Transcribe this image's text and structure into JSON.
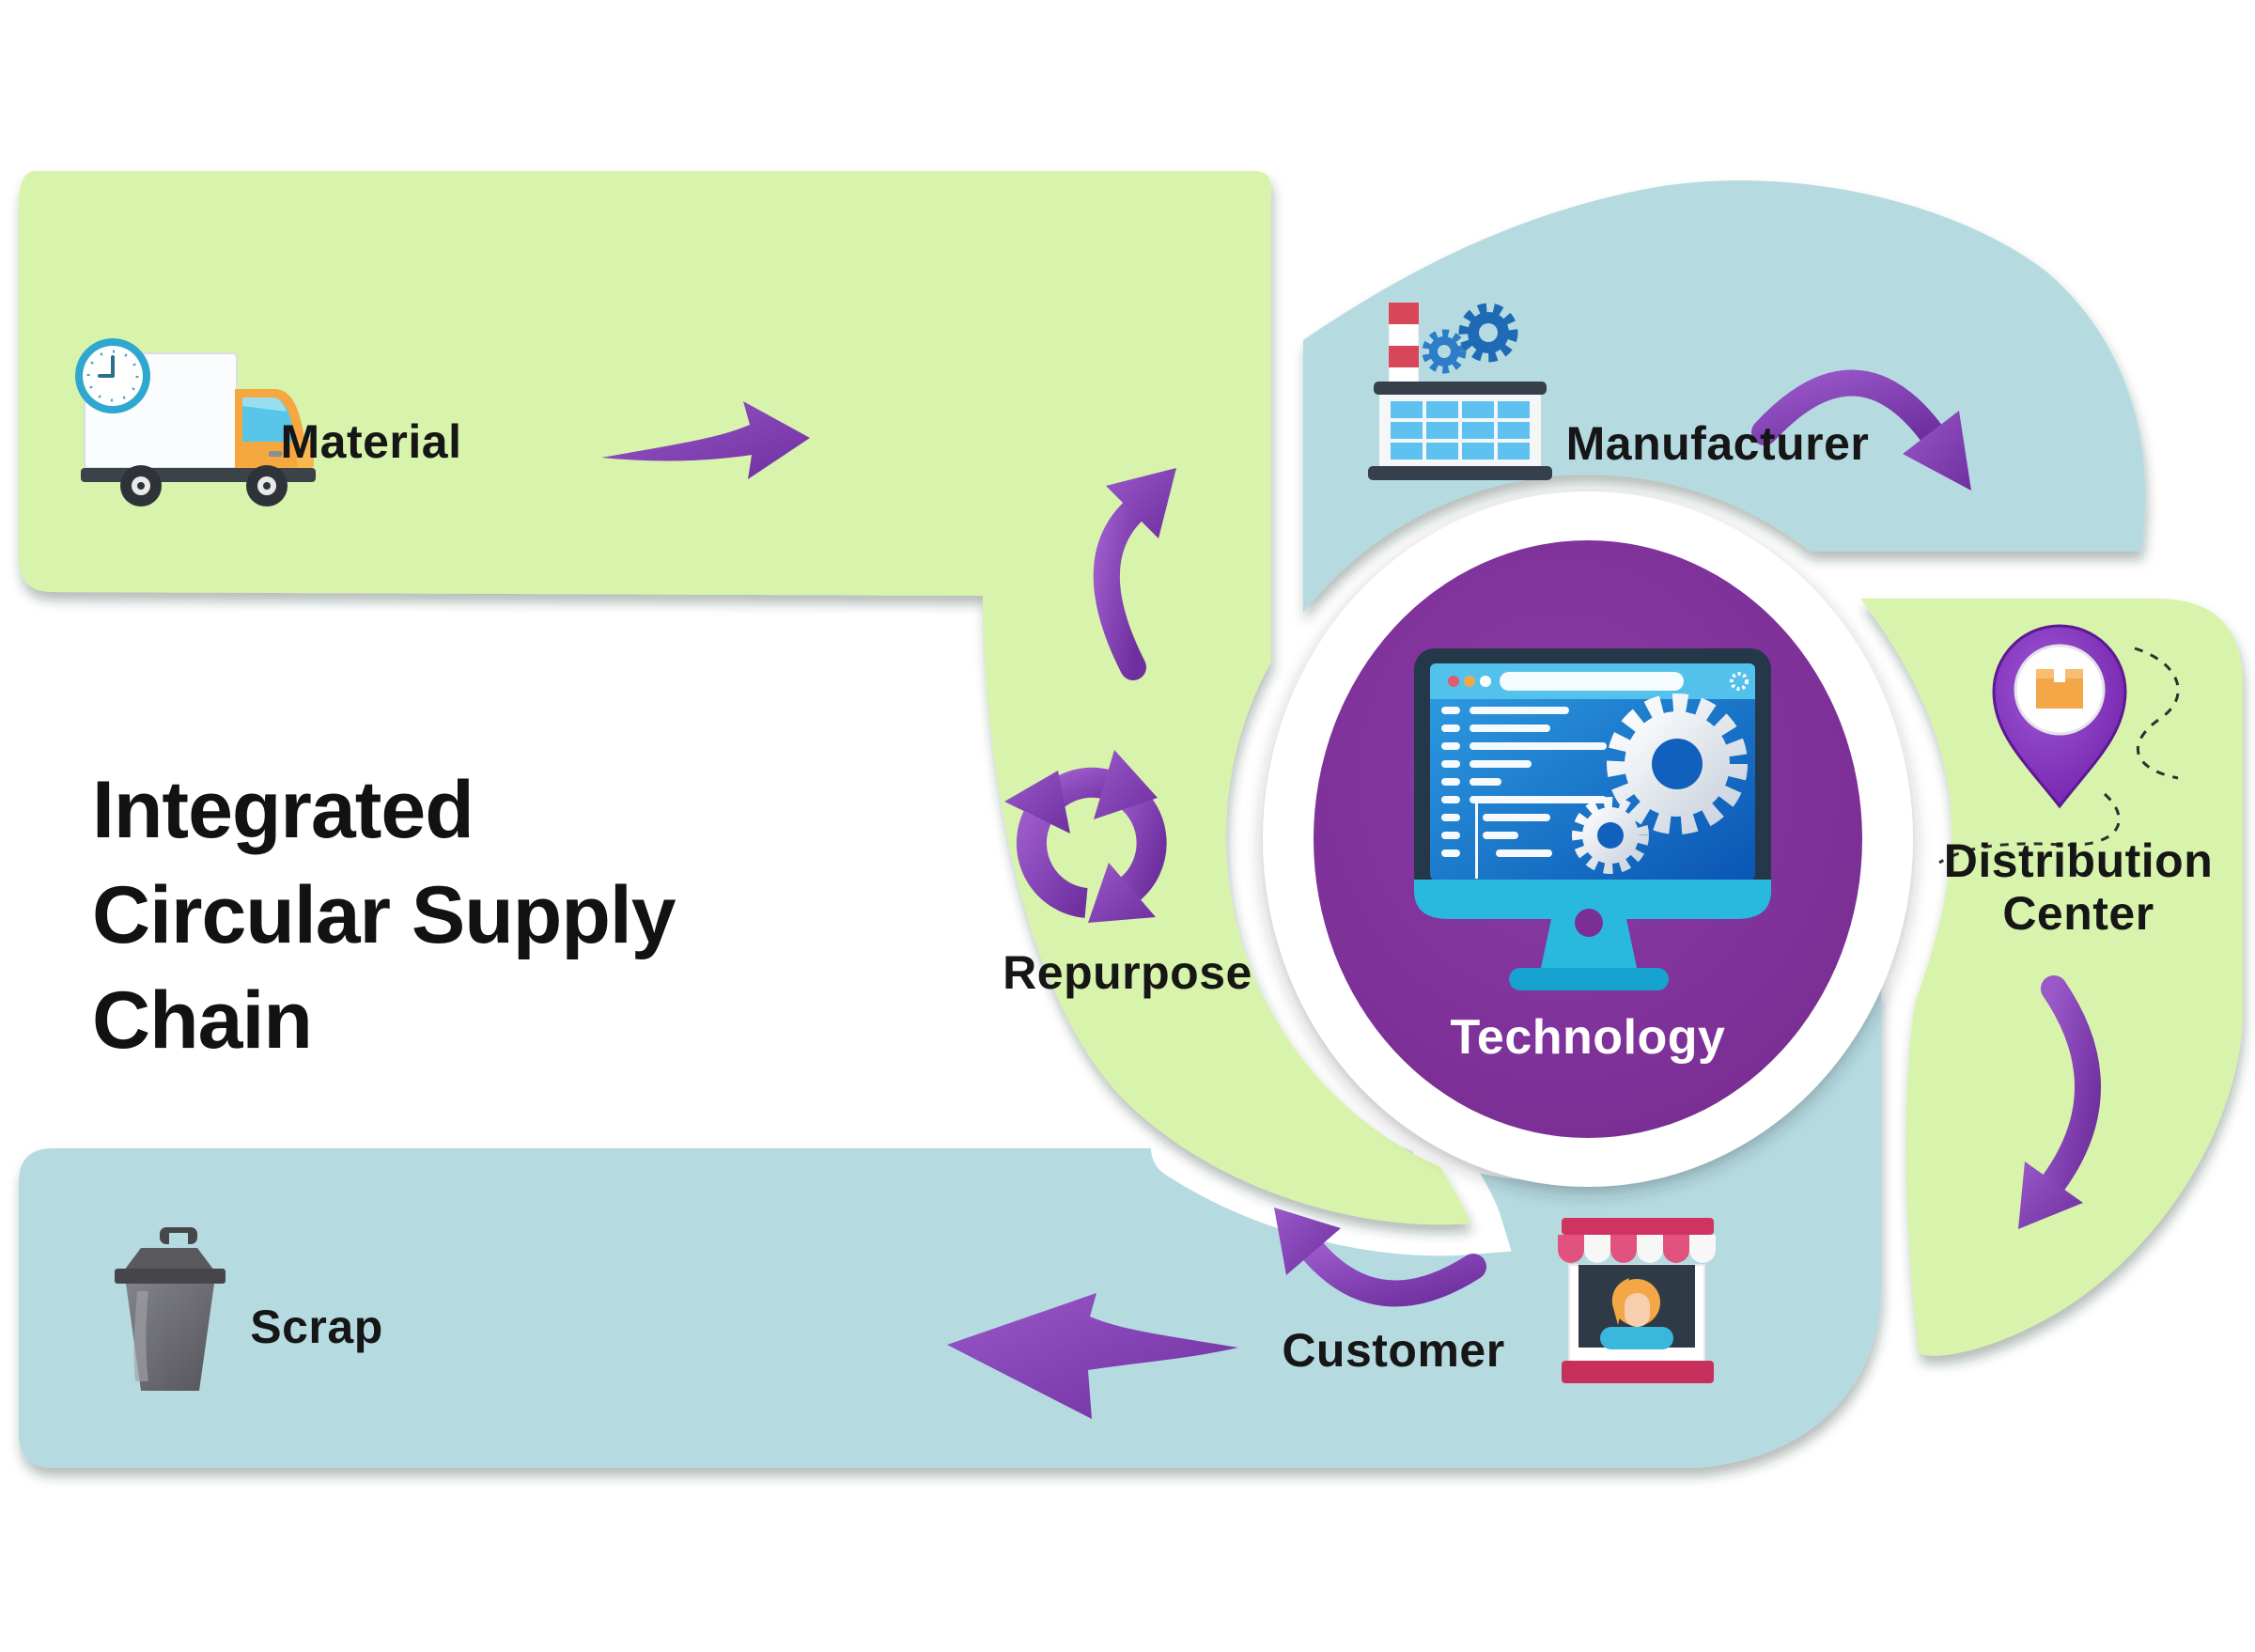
{
  "title": {
    "lines": [
      "Integrated",
      "Circular Supply",
      "Chain"
    ]
  },
  "nodes": {
    "material": {
      "label": "Material"
    },
    "manufacturer": {
      "label": "Manufacturer"
    },
    "distribution": {
      "line1": "Distribution",
      "line2": "Center"
    },
    "technology": {
      "label": "Technology"
    },
    "repurpose": {
      "label": "Repurpose"
    },
    "customer": {
      "label": "Customer"
    },
    "scrap": {
      "label": "Scrap"
    }
  },
  "icons": {
    "material": "delivery-truck-with-clock-icon",
    "manufacturer": "factory-with-gears-icon",
    "distribution": "location-pin-package-icon",
    "technology": "monitor-code-gears-icon",
    "repurpose": "recycle-loop-arrows-icon",
    "customer": "storefront-person-icon",
    "scrap": "trash-bin-icon",
    "flow": [
      "right-arrow-icon",
      "curved-up-arrow-icon",
      "curved-right-down-arrow-icon",
      "curved-down-arrow-icon",
      "curved-up-left-arrow-icon",
      "left-arrow-icon"
    ]
  },
  "colors": {
    "band_green": "#d8f3ab",
    "band_blue": "#b5dbe1",
    "hub_purple": "#7b2f95",
    "arrow_purple": "#8a46b6",
    "text_dark": "#161616",
    "text_white": "#ffffff",
    "screen_blue": "#1268c2",
    "accent_pink": "#d63864",
    "accent_orange": "#f3a746"
  }
}
